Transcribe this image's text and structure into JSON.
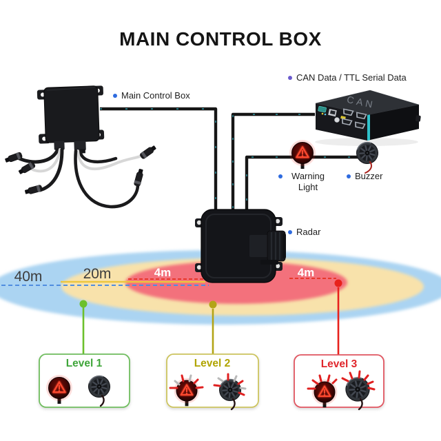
{
  "title": "MAIN CONTROL BOX",
  "callouts": {
    "main_control_box": {
      "label": "Main Control Box",
      "bullet_color": "#2e6bdf"
    },
    "can_data": {
      "label": "CAN Data / TTL Serial Data",
      "bullet_color": "#6a5acd"
    },
    "warning_light": {
      "label": "Warning Light",
      "bullet_color": "#2e6bdf"
    },
    "buzzer": {
      "label": "Buzzer",
      "bullet_color": "#2e6bdf"
    },
    "radar": {
      "label": "Radar",
      "bullet_color": "#2e6bdf"
    }
  },
  "device_markings": {
    "can_box": "CAN"
  },
  "detection_zones": [
    {
      "label": "40m",
      "ring_color": "#abd4f2",
      "text_color": "#3d3d3d"
    },
    {
      "label": "20m",
      "ring_color": "#f8e2ab",
      "text_color": "#3d3d3d"
    },
    {
      "label": "4m",
      "ring_color": "#f3717b",
      "text_color": "#ffffff"
    },
    {
      "label": "4m",
      "ring_color": "#f3717b",
      "text_color": "#ffffff"
    }
  ],
  "alert_levels": [
    {
      "label": "Level 1",
      "title_color": "#3fa53a",
      "border_color": "#6fbd5e",
      "pin_color": "#6cc02c"
    },
    {
      "label": "Level 2",
      "title_color": "#b0a400",
      "border_color": "#ccc45e",
      "pin_color": "#b3a416"
    },
    {
      "label": "Level 3",
      "title_color": "#e0262c",
      "border_color": "#e05560",
      "pin_color": "#e8211c"
    }
  ],
  "wire_colors": {
    "cable": "#161616",
    "glint": "#38c8d8"
  },
  "line_colors": {
    "blue_dashed": "#4f8de0",
    "yellow": "#edc63e",
    "red_dashed": "#e8372a"
  }
}
